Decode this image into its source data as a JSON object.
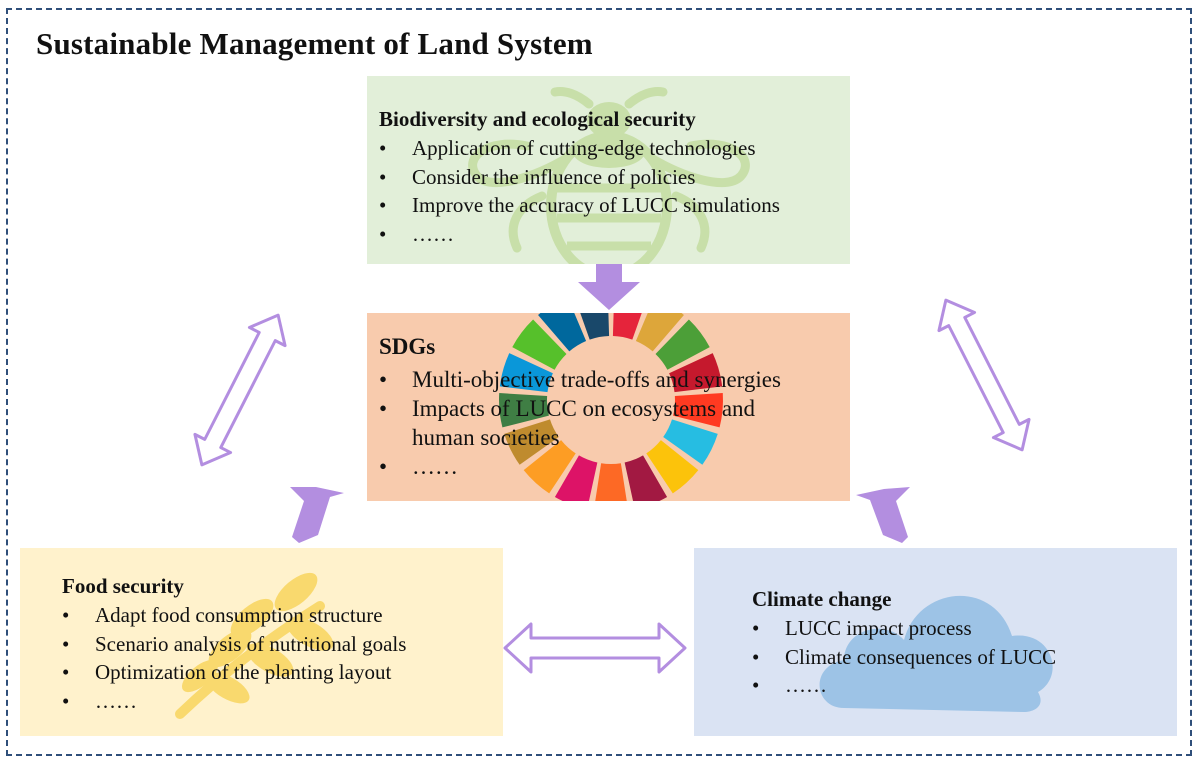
{
  "diagram": {
    "title": "Sustainable Management of Land System",
    "colors": {
      "frame_border": "#2f4f7a",
      "bio_box": "#e2efd9",
      "sdg_box": "#f8cbad",
      "food_box": "#fff2cc",
      "climate_box": "#dae3f3",
      "arrow_fill": "#b38ee0",
      "arrow_outline": "#b38ee0"
    },
    "bio": {
      "heading": "Biodiversity and ecological security",
      "bullet": "•",
      "items": [
        "Application of cutting-edge  technologies",
        "Consider the influence of policies",
        "Improve the accuracy of LUCC simulations",
        "……"
      ],
      "icon": "bee-icon"
    },
    "sdg": {
      "heading": "SDGs",
      "bullet": "•",
      "items": [
        "Multi-objective trade-offs and synergies",
        "Impacts of LUCC on ecosystems and",
        "human societies",
        "……"
      ],
      "icon": "sdg-wheel-icon",
      "wheel_colors": [
        "#e5243b",
        "#dda63a",
        "#4c9f38",
        "#c5192d",
        "#ff3a21",
        "#26bde2",
        "#fcc30b",
        "#a21942",
        "#fd6925",
        "#dd1367",
        "#fd9d24",
        "#bf8b2e",
        "#3f7e44",
        "#0a97d9",
        "#56c02b",
        "#00689d",
        "#19486a"
      ]
    },
    "food": {
      "heading": "Food security",
      "bullet": "•",
      "items": [
        "Adapt food consumption structure",
        "Scenario analysis of nutritional goals",
        "Optimization of the planting layout",
        "……"
      ],
      "icon": "wheat-icon"
    },
    "climate": {
      "heading": "Climate change",
      "bullet": "•",
      "items": [
        "LUCC impact process",
        "Climate  consequences of LUCC",
        "……"
      ],
      "icon": "cloud-icon"
    }
  }
}
